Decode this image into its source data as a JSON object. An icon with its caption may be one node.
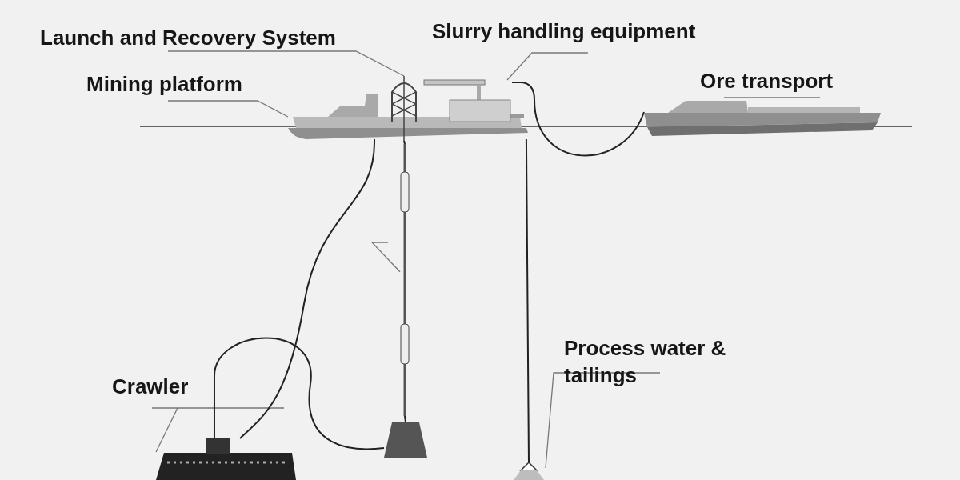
{
  "diagram": {
    "nodes": [
      {
        "text": [
          "Launch and Recovery System"
        ]
      },
      {
        "text": [
          "Slurry handling equipment"
        ]
      },
      {
        "text": [
          "Mining platform"
        ]
      },
      {
        "text": [
          "Ore transport"
        ]
      },
      {
        "text": [],
        "shape": "picture"
      },
      {
        "text": [],
        "shape": "picture"
      },
      {
        "text": [],
        "shape": "picture"
      },
      {
        "text": [],
        "shape": "picture"
      },
      {
        "text": [],
        "shape": "picture"
      },
      {
        "text": [],
        "shape": "picture"
      },
      {
        "text": [
          "Crawler"
        ]
      },
      {
        "text": [],
        "shape": "picture"
      },
      {
        "text": [
          "Process water & tailings"
        ]
      },
      {
        "text": [],
        "shape": "picture"
      }
    ],
    "edges": [
      {
        "from": 0,
        "to": 5,
        "arrow": "none"
      },
      {
        "from": 1,
        "to": 6,
        "arrow": "none"
      },
      {
        "from": 2,
        "to": 4,
        "arrow": "none"
      },
      {
        "from": 3,
        "to": 7,
        "arrow": "none"
      },
      {
        "from": null,
        "to": 8,
        "arrow": "none"
      },
      {
        "from": 10,
        "to": 11,
        "arrow": "none"
      },
      {
        "from": 12,
        "to": 13,
        "arrow": "none"
      },
      {
        "from": 4,
        "to": 11,
        "arrow": "none"
      },
      {
        "from": 6,
        "to": 7,
        "arrow": "none"
      },
      {
        "from": 5,
        "to": 8,
        "arrow": "none"
      },
      {
        "from": 8,
        "to": 9,
        "arrow": "none"
      },
      {
        "from": 11,
        "to": 9,
        "arrow": "none"
      },
      {
        "from": 4,
        "to": 13,
        "arrow": "none"
      }
    ]
  }
}
